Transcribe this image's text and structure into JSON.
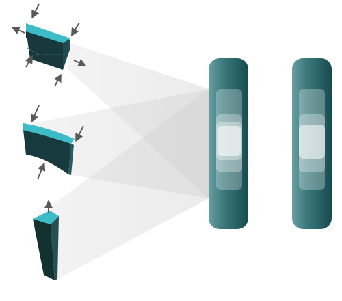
{
  "colors": {
    "background": "#ffffff",
    "beam": "#d9d9d9",
    "block_top": "#39b9c4",
    "block_dark": "#14363a",
    "block_mid": "#1e4b50",
    "panel_left": "#5c9497",
    "panel_mid": "#2f6e72",
    "panel_right": "#1d5256",
    "window": "#e7f1f1",
    "arrow": "#5a5a5a"
  },
  "objects": {
    "top_block": {
      "icon": "tilted-cuboid",
      "arrow_count": 6
    },
    "middle_block": {
      "icon": "curved-cuboid",
      "arrow_count": 3
    },
    "bottom_block": {
      "icon": "wedge-prism",
      "arrow_count": 1
    }
  },
  "panels": [
    {
      "name": "left-panel",
      "windows": 4
    },
    {
      "name": "right-panel",
      "windows": 3
    }
  ]
}
